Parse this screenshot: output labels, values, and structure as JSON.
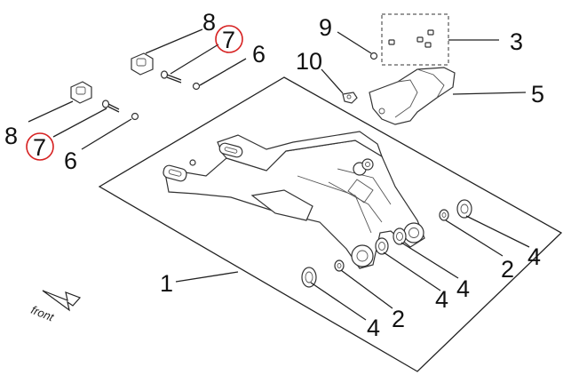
{
  "labels": {
    "l1": "1",
    "l2a": "2",
    "l2b": "2",
    "l3": "3",
    "l4a": "4",
    "l4b": "4",
    "l4c": "4",
    "l4d": "4",
    "l5": "5",
    "l6a": "6",
    "l6b": "6",
    "l7a": "7",
    "l7b": "7",
    "l8a": "8",
    "l8b": "8",
    "l9": "9",
    "l10": "10"
  },
  "front_label": "front",
  "colors": {
    "line": "#222222",
    "highlight_circle": "#d62020",
    "background": "#ffffff"
  }
}
